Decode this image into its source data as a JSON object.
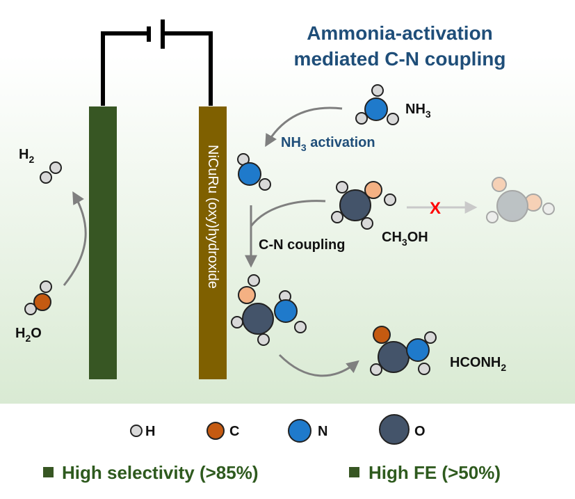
{
  "title": {
    "line1": "Ammonia-activation",
    "line2": "mediated C-N coupling"
  },
  "electrode_label": "NiCuRu (oxy)hydroxide",
  "labels": {
    "h2": "H",
    "h2_sub": "2",
    "h2o_h": "H",
    "h2o_sub": "2",
    "h2o_o": "O",
    "nh3_n": "NH",
    "nh3_sub": "3",
    "nh3_activation_nh": "NH",
    "nh3_activation_sub": "3",
    "nh3_activation_rest": " activation",
    "cn_coupling": "C-N coupling",
    "ch3oh_ch": "CH",
    "ch3oh_sub": "3",
    "ch3oh_oh": "OH",
    "blocked_mark": "X",
    "hconh2_main": "HCONH",
    "hconh2_sub": "2"
  },
  "legend": [
    {
      "symbol": "H",
      "color": "#d9d9d9"
    },
    {
      "symbol": "C",
      "color": "#c55a11"
    },
    {
      "symbol": "N",
      "color": "#1f7acb"
    },
    {
      "symbol": "O",
      "color": "#44546a"
    }
  ],
  "footer": {
    "item1": "High selectivity (>85%)",
    "item2": "High FE (>50%)"
  },
  "colors": {
    "title": "#1f4e79",
    "left_electrode": "#375623",
    "right_electrode": "#7f6000",
    "footer_text": "#375623",
    "hydrogen": "#d9d9d9",
    "carbon_orange": "#c55a11",
    "carbon_light": "#f4b183",
    "nitrogen": "#1f7acb",
    "oxygen": "#44546a",
    "arrow": "#7f7f7f",
    "blocked": "#ff0000"
  }
}
